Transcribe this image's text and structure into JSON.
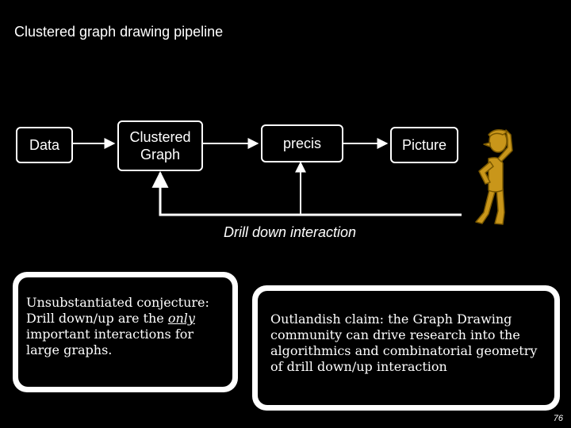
{
  "slide": {
    "title": "Clustered graph drawing pipeline",
    "page_number": "76"
  },
  "pipeline": {
    "data_label": "Data",
    "clustered_graph_line1": "Clustered",
    "clustered_graph_line2": "Graph",
    "precis_label": "precis",
    "picture_label": "Picture",
    "feedback_label": "Drill down interaction"
  },
  "notes": {
    "conjecture": {
      "before": "Unsubstantiated conjecture: Drill down/up are the ",
      "emphasis": "only",
      "after": " important interactions for large graphs."
    },
    "claim": "Outlandish claim: the Graph Drawing community can drive research into the algorithmics and combinatorial geometry of drill down/up interaction"
  },
  "colors": {
    "background": "#000000",
    "foreground": "#ffffff",
    "figure_fill": "#c9961a"
  },
  "icons": {
    "thinker": "head-scratching-figure-icon"
  }
}
